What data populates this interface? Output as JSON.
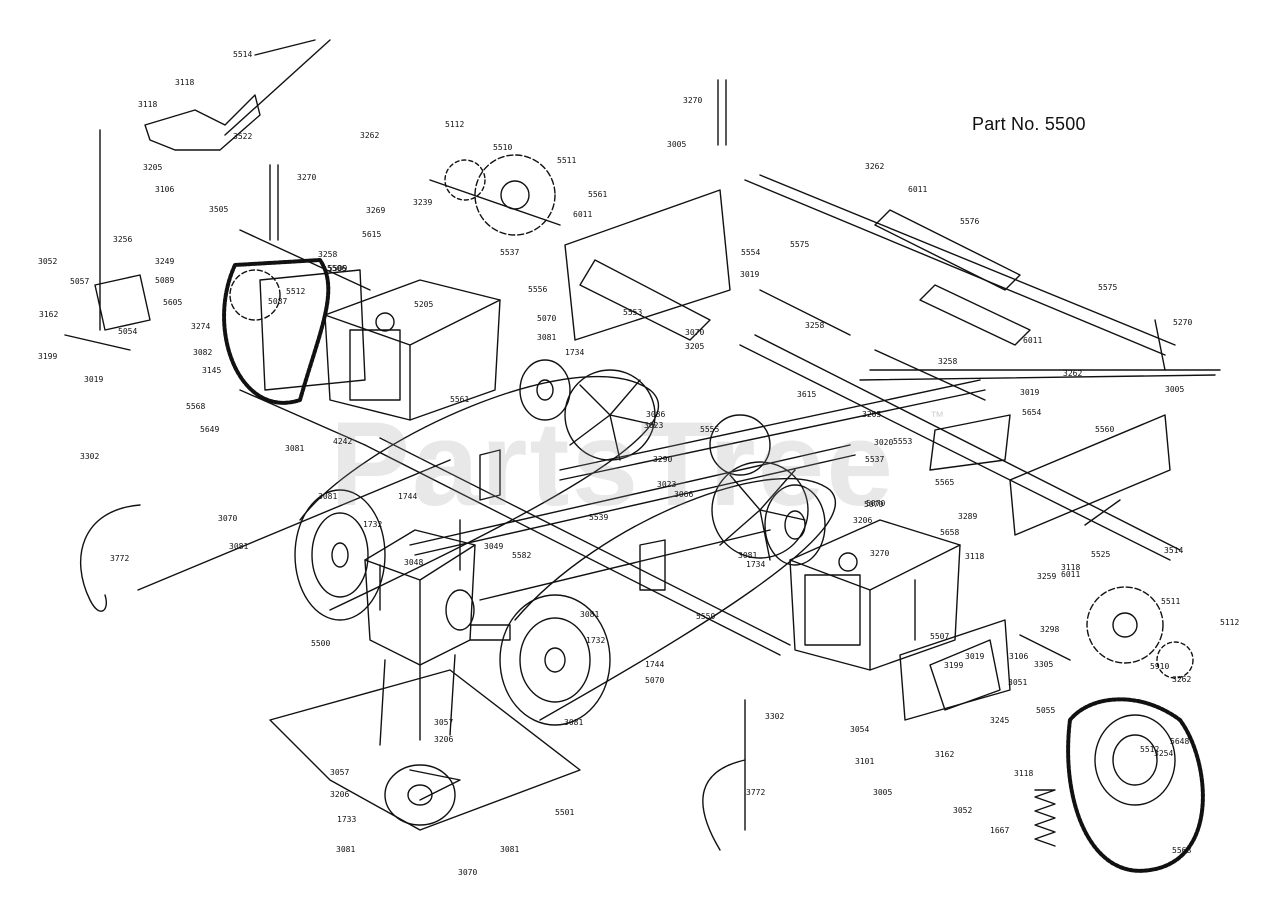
{
  "title": "Part No. 5500",
  "watermark": "PartsTree",
  "watermark_mark": "™",
  "part_labels": [
    "5514",
    "3118",
    "3118",
    "3522",
    "3205",
    "3262",
    "5112",
    "5510",
    "5511",
    "3270",
    "3005",
    "5561",
    "6011",
    "3262",
    "6011",
    "5576",
    "5575",
    "3106",
    "3505",
    "3270",
    "3269",
    "3239",
    "5615",
    "3258",
    "5509",
    "3256",
    "3249",
    "3052",
    "5057",
    "5089",
    "5605",
    "3162",
    "5054",
    "3274",
    "3082",
    "3199",
    "3145",
    "3019",
    "5568",
    "5649",
    "5512",
    "5087",
    "5506",
    "5205",
    "5537",
    "5556",
    "5070",
    "5554",
    "3019",
    "3258",
    "5553",
    "3070",
    "3205",
    "5561",
    "3081",
    "1734",
    "5575",
    "6011",
    "3262",
    "5270",
    "3005",
    "3258",
    "3019",
    "5654",
    "5560",
    "3615",
    "3205",
    "3020",
    "5553",
    "5537",
    "5565",
    "3289",
    "5070",
    "3086",
    "3023",
    "3290",
    "3023",
    "3066",
    "5555",
    "3302",
    "4242",
    "3081",
    "1744",
    "3081",
    "3070",
    "3081",
    "1732",
    "3049",
    "3048",
    "5539",
    "5582",
    "3081",
    "1734",
    "5070",
    "3206",
    "3270",
    "5658",
    "3118",
    "5525",
    "3514",
    "3259",
    "3118",
    "6011",
    "5511",
    "3772",
    "5500",
    "3081",
    "1732",
    "5550",
    "5507",
    "3298",
    "3106",
    "3305",
    "5910",
    "3262",
    "5112",
    "1744",
    "5070",
    "3302",
    "3081",
    "3057",
    "3206",
    "3054",
    "3019",
    "3199",
    "3051",
    "3101",
    "3162",
    "3245",
    "5055",
    "5512",
    "3254",
    "5648",
    "3057",
    "3206",
    "1733",
    "5501",
    "3081",
    "3081",
    "3070",
    "3772",
    "3005",
    "3052",
    "3118",
    "1667",
    "5568"
  ]
}
